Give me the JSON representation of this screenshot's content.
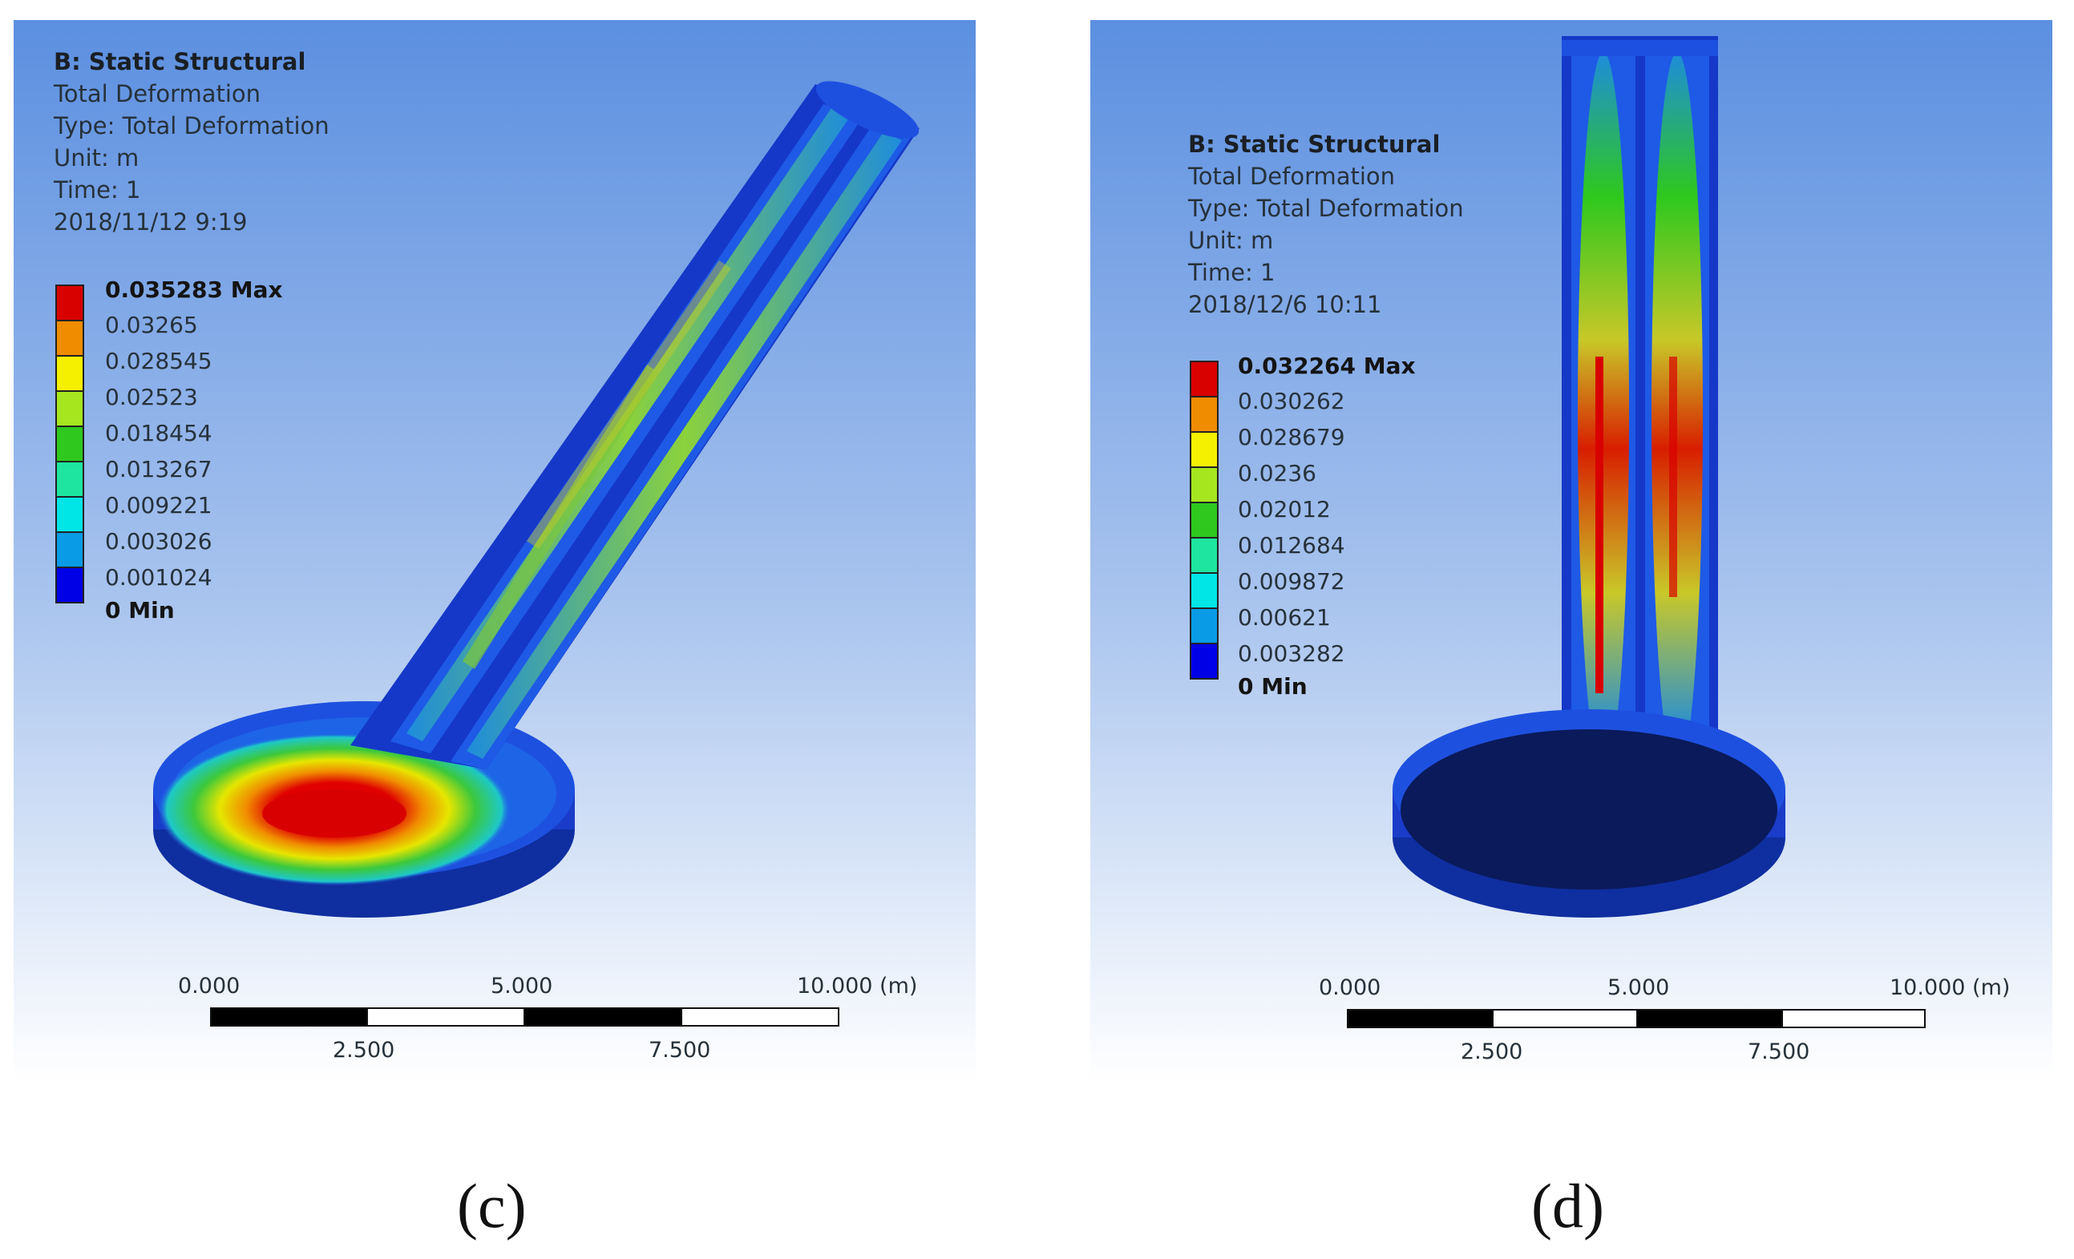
{
  "panel_c": {
    "info": [
      "B: Static Structural",
      "Total Deformation",
      "Type: Total Deformation",
      "Unit: m",
      "Time: 1",
      "2018/11/12 9:19"
    ],
    "legend": [
      "0.035283 Max",
      "0.03265",
      "0.028545",
      "0.02523",
      "0.018454",
      "0.013267",
      "0.009221",
      "0.003026",
      "0.001024",
      "0 Min"
    ],
    "scale_top": [
      "0.000",
      "5.000",
      "10.000 (m)"
    ],
    "scale_bottom": [
      "2.500",
      "7.500"
    ],
    "caption": "(c)"
  },
  "panel_d": {
    "info": [
      "B: Static Structural",
      "Total Deformation",
      "Type: Total Deformation",
      "Unit: m",
      "Time: 1",
      "2018/12/6 10:11"
    ],
    "legend": [
      "0.032264 Max",
      "0.030262",
      "0.028679",
      "0.0236",
      "0.02012",
      "0.012684",
      "0.009872",
      "0.00621",
      "0.003282",
      "0 Min"
    ],
    "scale_top": [
      "0.000",
      "5.000",
      "10.000 (m)"
    ],
    "scale_bottom": [
      "2.500",
      "7.500"
    ],
    "caption": "(d)"
  },
  "legend_colors": [
    "#d90000",
    "#f08c00",
    "#f5f000",
    "#a5e61e",
    "#2ec81e",
    "#1ee6a0",
    "#00e6e6",
    "#0a9be6",
    "#0000e6"
  ]
}
